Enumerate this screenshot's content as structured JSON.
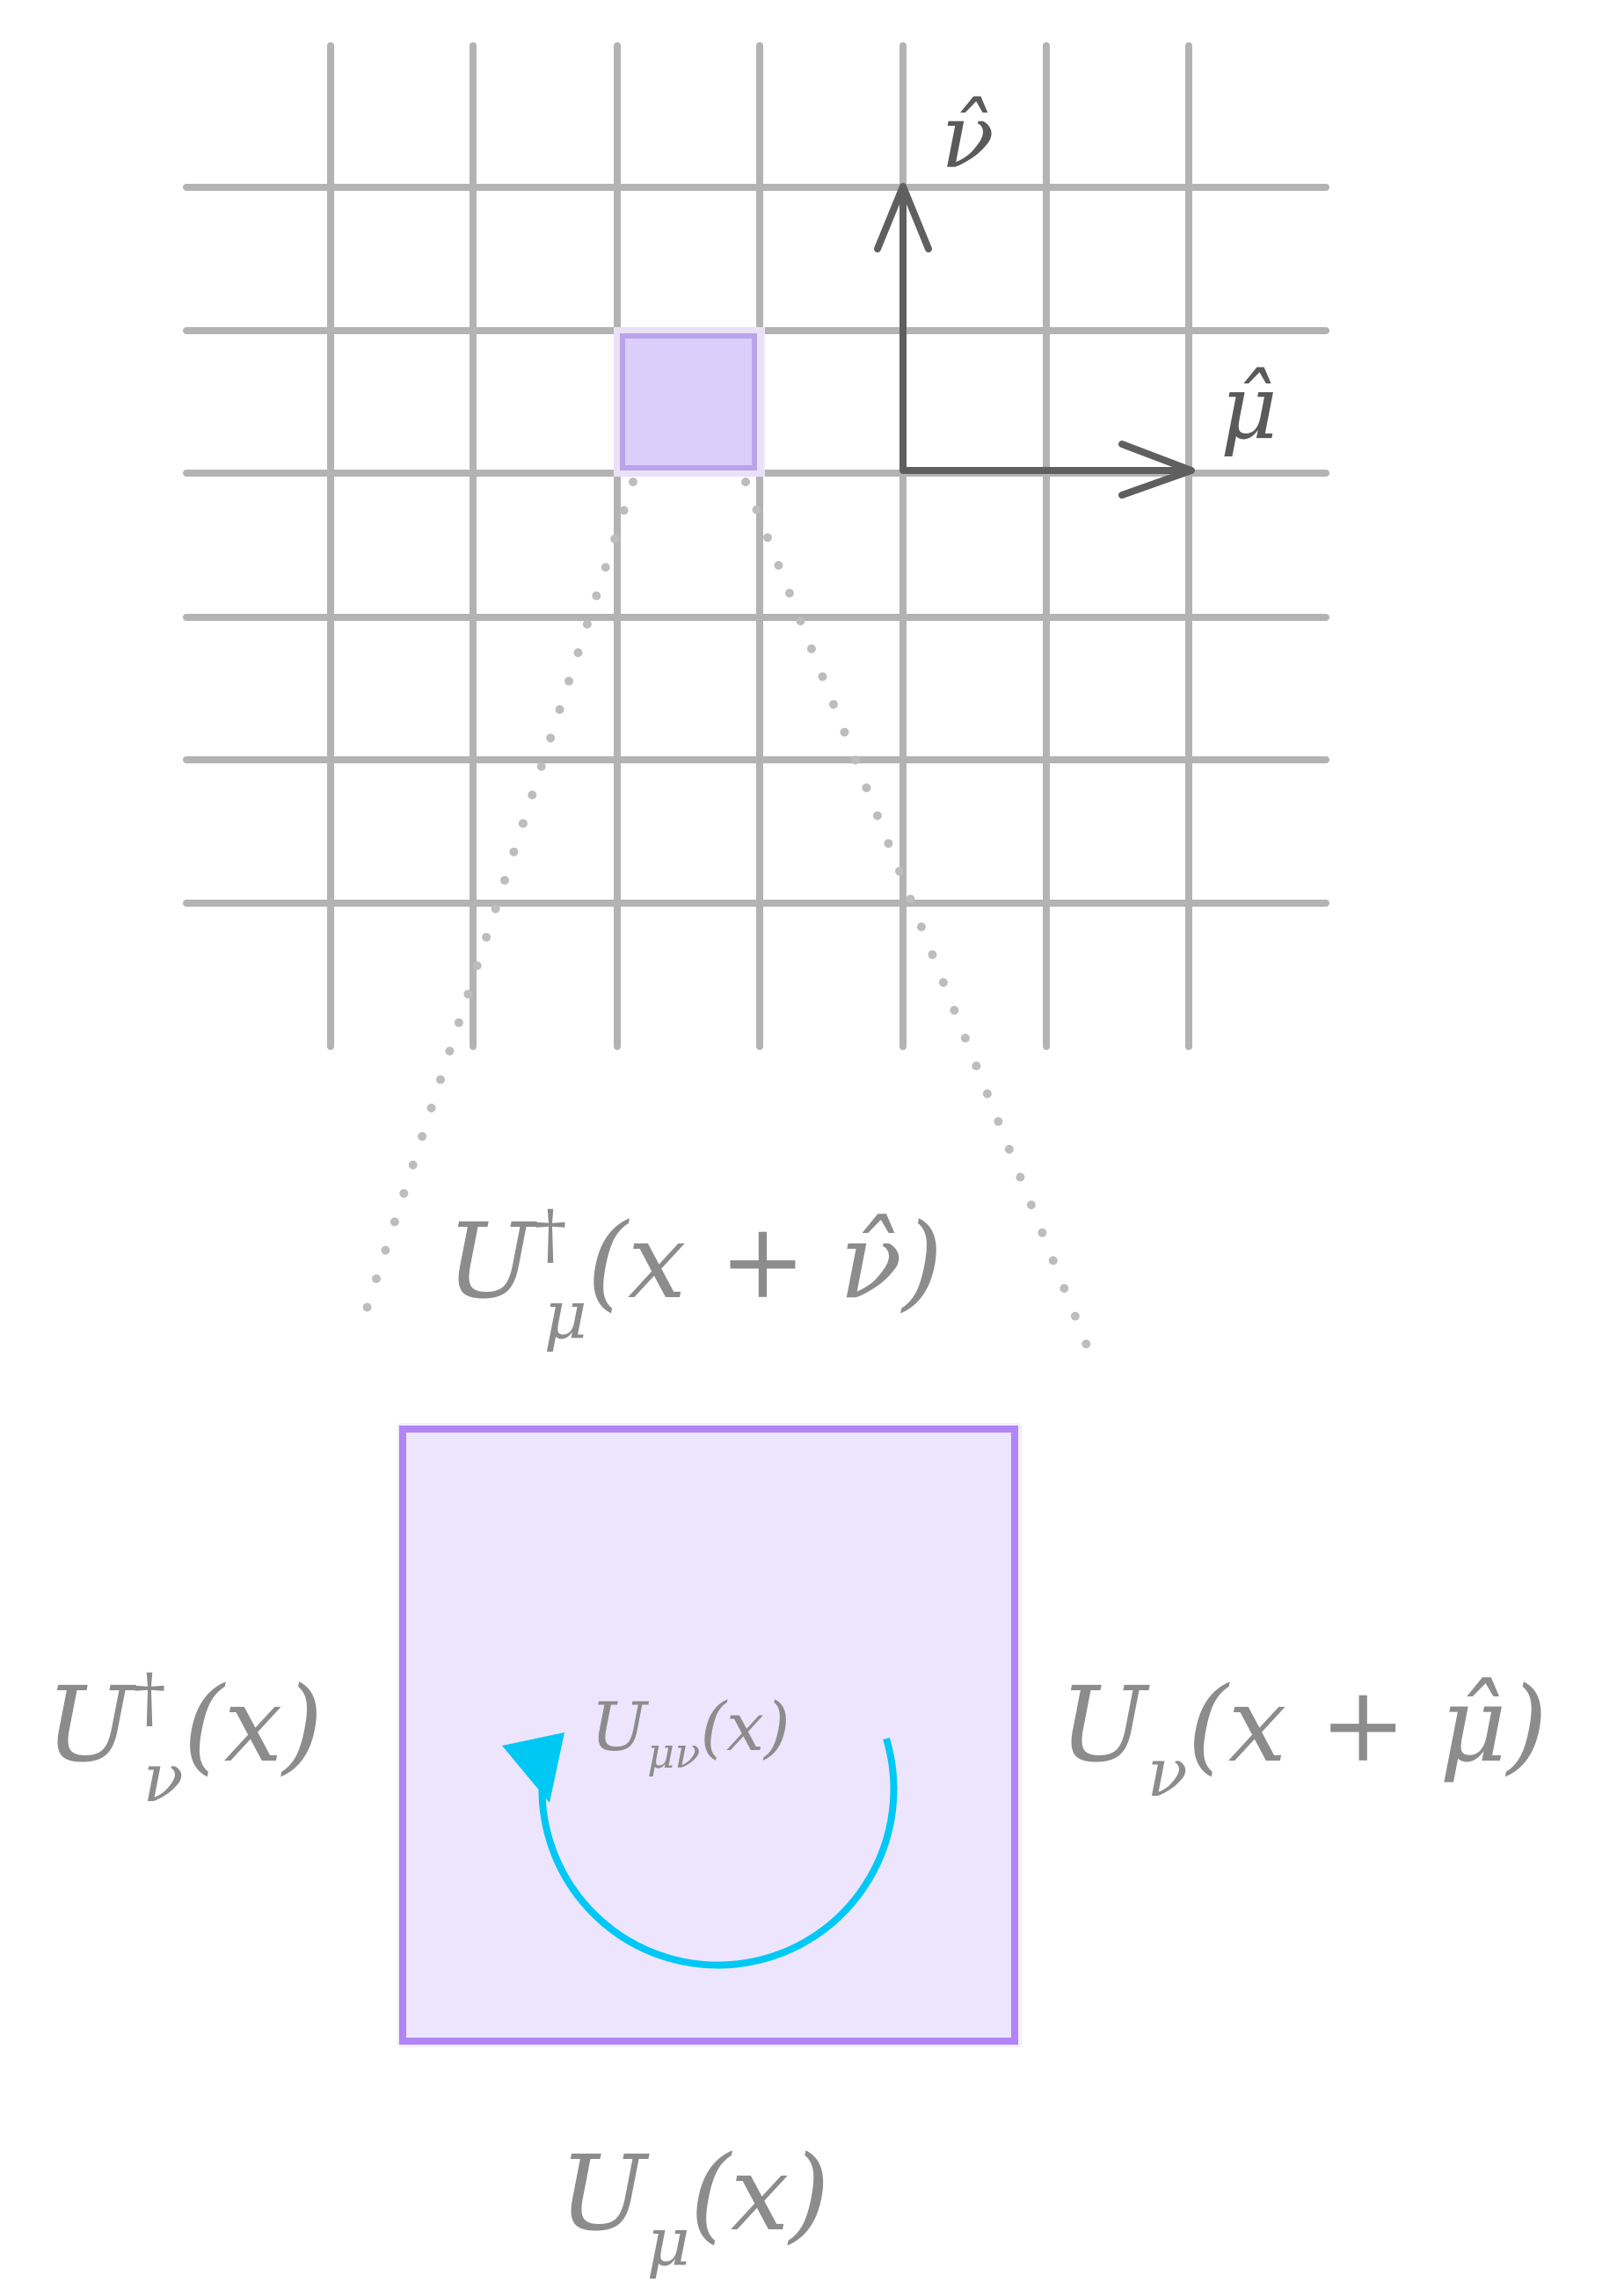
{
  "colors": {
    "grid": "#b3b3b3",
    "axes": "#5f5f5f",
    "plaquette_fill": "#dccdfb",
    "plaquette_border": "#b085f5",
    "zoom_fill": "#ede5fd",
    "zoom_border": "#b085f5",
    "loop": "#00c8f5",
    "label": "#8c8c8c"
  },
  "axes": {
    "nu_hat": "ν̂",
    "mu_hat": "μ̂"
  },
  "links": {
    "top": {
      "base": "U",
      "sub": "μ",
      "sup": "†",
      "arg": "(x + ν̂)"
    },
    "left": {
      "base": "U",
      "sub": "ν",
      "sup": "†",
      "arg": "(x)"
    },
    "right": {
      "base": "U",
      "sub": "ν",
      "sup": "",
      "arg": "(x + μ̂)"
    },
    "bottom": {
      "base": "U",
      "sub": "μ",
      "sup": "",
      "arg": "(x)"
    }
  },
  "plaquette": {
    "base": "U",
    "sub": "μν",
    "arg": "(x)"
  }
}
